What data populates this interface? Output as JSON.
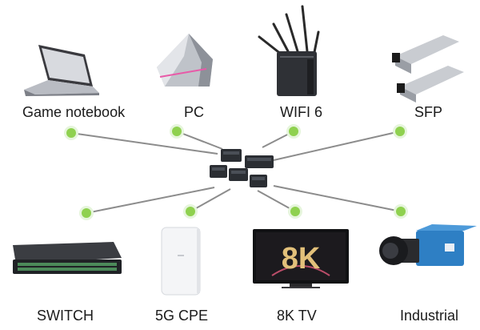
{
  "devices": [
    {
      "label": "Game notebook",
      "icon": "laptop-icon"
    },
    {
      "label": "PC",
      "icon": "pc-tower-icon"
    },
    {
      "label": "WIFI 6",
      "icon": "router-icon"
    },
    {
      "label": "SFP",
      "icon": "sfp-module-icon"
    },
    {
      "label": "SWITCH",
      "icon": "switch-icon"
    },
    {
      "label": "5G CPE",
      "icon": "cpe-icon"
    },
    {
      "label": "8K TV",
      "icon": "tv-icon"
    },
    {
      "label": "Industrial",
      "icon": "industrial-camera-icon"
    }
  ],
  "hub": {
    "icon": "chip-cluster-icon",
    "chip_count": 5
  },
  "tv_screen_text": "8K",
  "colors": {
    "dot": "#8fd14f",
    "line": "#8c8c8c",
    "chip": "#2b2e33"
  }
}
